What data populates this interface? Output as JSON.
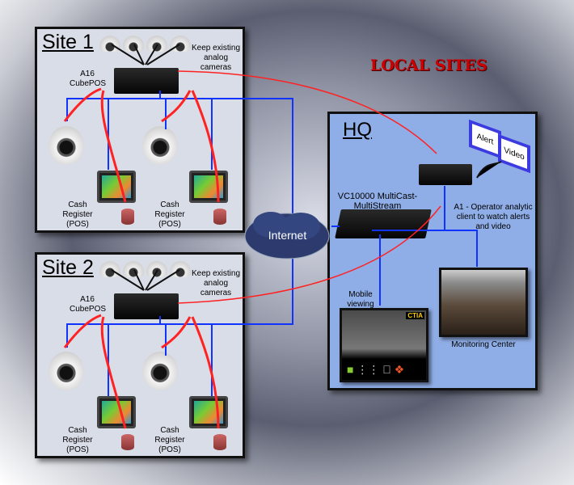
{
  "banner": "LOCAL SITES",
  "internet": "Internet",
  "sites": [
    {
      "title": "Site 1",
      "cameras_note": "Keep existing analog cameras",
      "recorder": "A16 CubePOS",
      "pos_label": "Cash Register (POS)"
    },
    {
      "title": "Site 2",
      "cameras_note": "Keep existing analog cameras",
      "recorder": "A16 CubePOS",
      "pos_label": "Cash Register (POS)"
    }
  ],
  "hq": {
    "title": "HQ",
    "nvr": "VC10000 MultiCast-MultiStream",
    "client": "A1 - Operator analytic client to watch alerts and video",
    "monitor_alert": "Alert",
    "monitor_video": "Video",
    "mobile": "Mobile viewing",
    "mobile_badge": "CTIA",
    "monitoring": "Monitoring Center"
  },
  "colors": {
    "network": "#1133ff",
    "flow": "#ff2222",
    "hq_bg": "#8fade6"
  }
}
